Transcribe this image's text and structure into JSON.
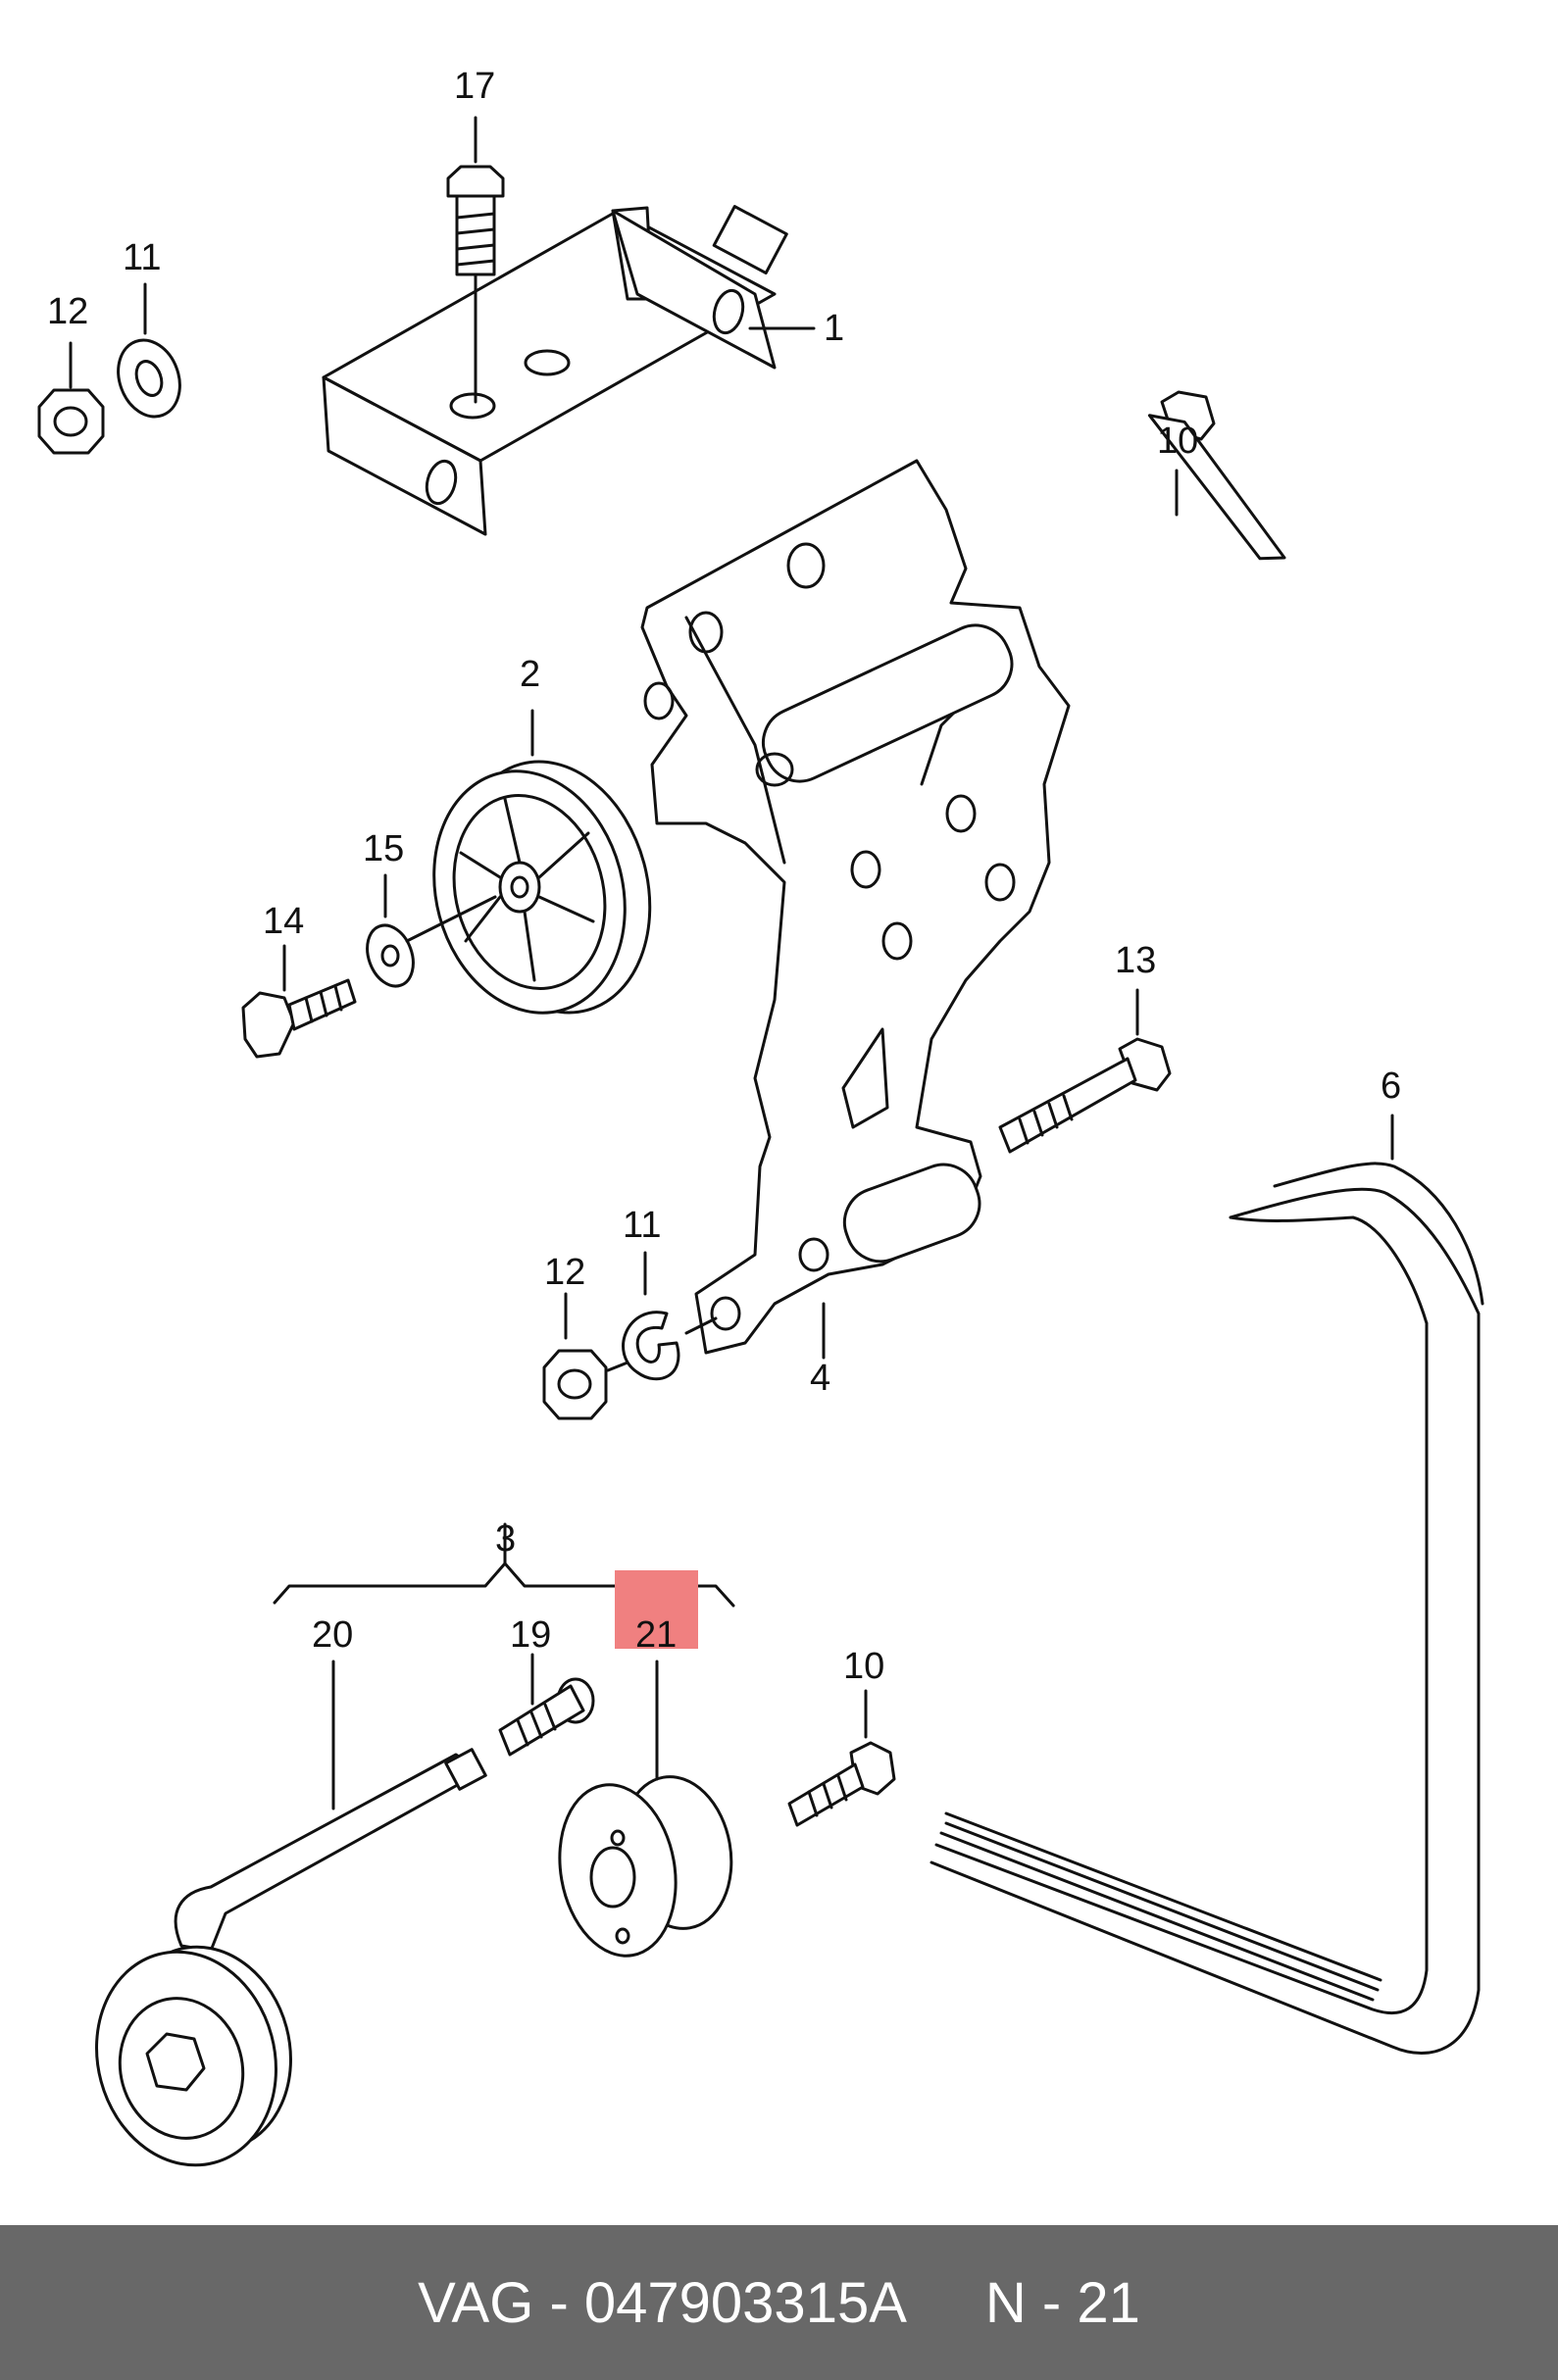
{
  "labels": {
    "p17": "17",
    "p11a": "11",
    "p12a": "12",
    "p1": "1",
    "p10a": "10",
    "p2": "2",
    "p15": "15",
    "p14": "14",
    "p13": "13",
    "p6": "6",
    "p11b": "11",
    "p12b": "12",
    "p4": "4",
    "p3": "3",
    "p20": "20",
    "p19": "19",
    "p21": "21",
    "p10b": "10"
  },
  "highlight": {
    "part": "21",
    "color": "#f08080"
  },
  "footer": {
    "brand": "VAG",
    "separator": " - ",
    "part_number": "047903315A",
    "position_label": "N - 21"
  },
  "colors": {
    "footer_bg": "#686868",
    "footer_text": "#ffffff",
    "line": "#111111"
  }
}
